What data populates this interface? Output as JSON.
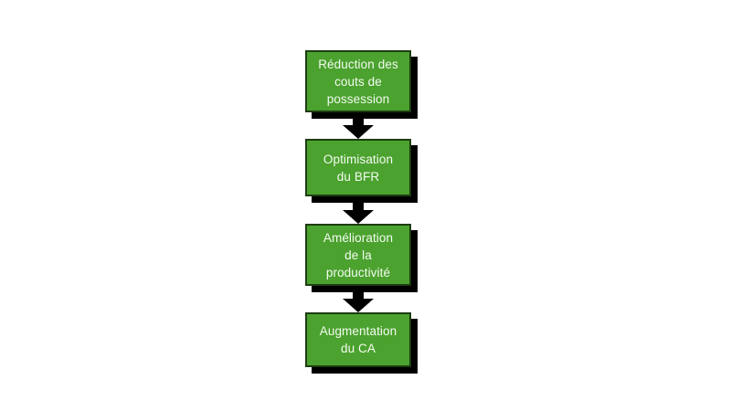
{
  "diagram": {
    "type": "flowchart",
    "orientation": "vertical-top-to-bottom",
    "background_color": "#ffffff",
    "node_fill_color": "#4ba22e",
    "node_border_color": "#1d3d12",
    "node_text_color": "#f4fbf2",
    "shadow_color": "#000000",
    "arrow_color": "#000000",
    "nodes": [
      {
        "id": "node-1",
        "label": "Réduction des\ncouts de\npossession",
        "order": 1
      },
      {
        "id": "node-2",
        "label": "Optimisation\ndu BFR",
        "order": 2
      },
      {
        "id": "node-3",
        "label": "Amélioration\nde la\nproductivité",
        "order": 3
      },
      {
        "id": "node-4",
        "label": "Augmentation\ndu CA",
        "order": 4
      }
    ],
    "connectors": [
      {
        "id": "conn-1",
        "from": "node-1",
        "to": "node-2",
        "icon": "arrow-down-icon"
      },
      {
        "id": "conn-2",
        "from": "node-2",
        "to": "node-3",
        "icon": "arrow-down-icon"
      },
      {
        "id": "conn-3",
        "from": "node-3",
        "to": "node-4",
        "icon": "arrow-down-icon"
      }
    ]
  }
}
